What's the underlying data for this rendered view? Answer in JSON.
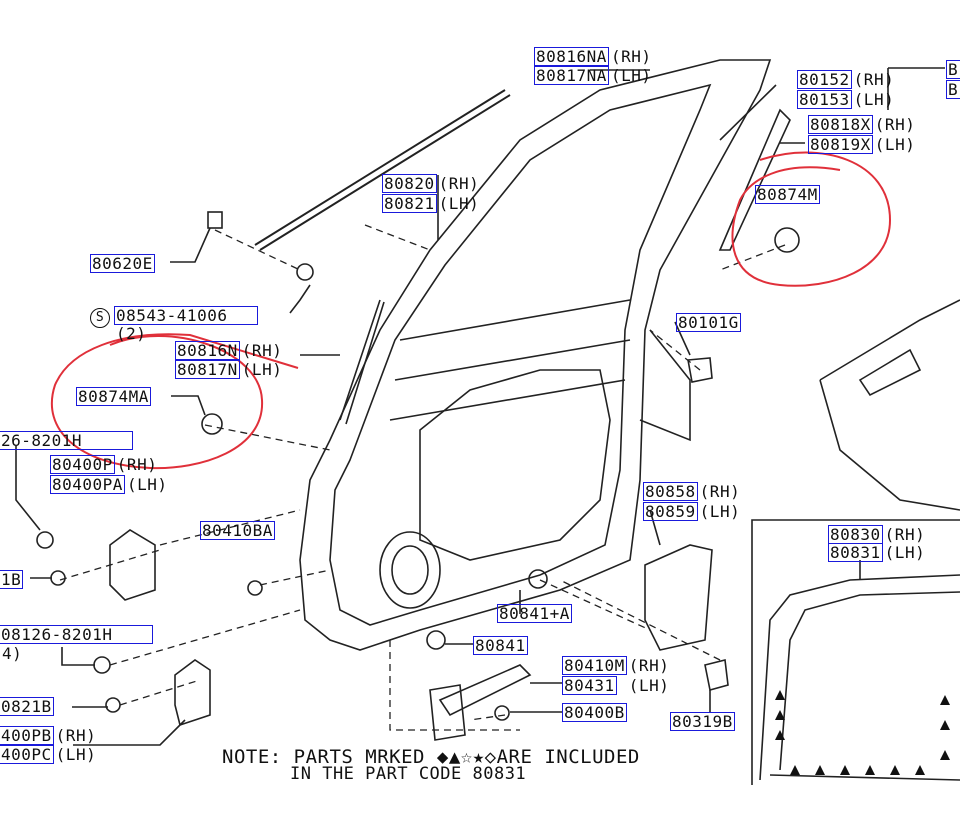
{
  "diagram": {
    "labels": [
      {
        "part": "80816NA",
        "side": "(RH)"
      },
      {
        "part": "80817NA",
        "side": "(LH)"
      },
      {
        "part": "80152",
        "side": "(RH)"
      },
      {
        "part": "80153",
        "side": "(LH)"
      },
      {
        "part": "80818X",
        "side": "(RH)"
      },
      {
        "part": "80819X",
        "side": "(LH)"
      },
      {
        "part": "80874M",
        "side": ""
      },
      {
        "part": "80820",
        "side": "(RH)"
      },
      {
        "part": "80821",
        "side": "(LH)"
      },
      {
        "part": "80620E",
        "side": ""
      },
      {
        "part": "08543-41006",
        "side": ""
      },
      {
        "part": "80816N",
        "side": "(RH)"
      },
      {
        "part": "80817N",
        "side": "(LH)"
      },
      {
        "part": "80874MA",
        "side": ""
      },
      {
        "part": "80101G",
        "side": ""
      },
      {
        "part": "26-8201H",
        "side": ""
      },
      {
        "part": "80400P",
        "side": "(RH)"
      },
      {
        "part": "80400PA",
        "side": "(LH)"
      },
      {
        "part": "80410BA",
        "side": ""
      },
      {
        "part": "80858",
        "side": "(RH)"
      },
      {
        "part": "80859",
        "side": "(LH)"
      },
      {
        "part": "80830",
        "side": "(RH)"
      },
      {
        "part": "80831",
        "side": "(LH)"
      },
      {
        "part": "1B",
        "side": ""
      },
      {
        "part": "08126-8201H",
        "side": ""
      },
      {
        "part": "80841+A",
        "side": ""
      },
      {
        "part": "80841",
        "side": ""
      },
      {
        "part": "80410M",
        "side": "(RH)"
      },
      {
        "part": "80431",
        "side": " (LH)"
      },
      {
        "part": "80400B",
        "side": ""
      },
      {
        "part": "80319B",
        "side": ""
      },
      {
        "part": "0821B",
        "side": ""
      },
      {
        "part": "400PB",
        "side": "(RH)"
      },
      {
        "part": "400PC",
        "side": "(LH)"
      },
      {
        "part": "B",
        "side": ""
      },
      {
        "part": "B",
        "side": ""
      }
    ],
    "qty_notes": [
      "(2)",
      "4)"
    ],
    "standard_symbol": "S",
    "note_line1": "NOTE: PARTS MRKED ◆▲☆★◇ARE INCLUDED",
    "note_line2": "IN THE PART CODE 80831",
    "colors": {
      "label_box": "#1a1adb",
      "annotation": "#e0303a",
      "line": "#111111"
    }
  }
}
